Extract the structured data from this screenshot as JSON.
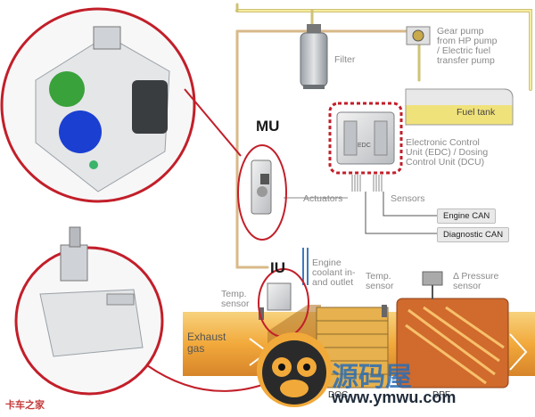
{
  "labels": {
    "filter": "Filter",
    "gear_pump": [
      "Gear pump",
      "from HP pump",
      "/ Electric fuel",
      "transfer pump"
    ],
    "fuel_tank": "Fuel tank",
    "ecu": [
      "Electronic Control",
      "Unit (EDC) / Dosing",
      "Control Unit (DCU)"
    ],
    "ecu_chip": "EDC",
    "mu": "MU",
    "iu": "IU",
    "actuators": "Actuators",
    "sensors": "Sensors",
    "engine_can": "Engine CAN",
    "diagnostic_can": "Diagnostic CAN",
    "coolant": [
      "Engine",
      "coolant in-",
      "and outlet"
    ],
    "temp_sensor_left": [
      "Temp.",
      "sensor"
    ],
    "temp_sensor_mid": [
      "Temp.",
      "sensor"
    ],
    "pressure_sensor": [
      "Δ Pressure",
      "sensor"
    ],
    "exhaust_gas": [
      "Exhaust",
      "gas"
    ],
    "doc": "DOC",
    "dpf": "DPF"
  },
  "watermarks": {
    "bottom_left": "卡车之家",
    "brand_cn": "源码屋",
    "url": "www.ymwu.com"
  },
  "colors": {
    "fuel_line": "#e8d870",
    "highlight_ring": "#c21f2a",
    "exhaust_pipe": "#f2b14a",
    "ecu_border": "#c21f2a",
    "watermark_blue": "#2a6db5"
  }
}
